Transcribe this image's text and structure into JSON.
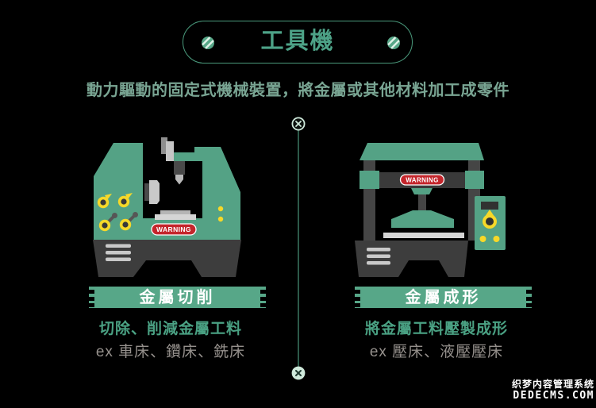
{
  "header": {
    "title": "工具機",
    "subtitle": "動力驅動的固定式機械裝置，將金屬或其他材料加工成零件"
  },
  "sections": [
    {
      "id": "metal-cutting",
      "heading": "金屬切削",
      "description": "切除、削減金屬工料",
      "examples": "ex 車床、鑽床、銑床",
      "machine_label": "WARNING"
    },
    {
      "id": "metal-forming",
      "heading": "金屬成形",
      "description": "將金屬工料壓製成形",
      "examples": "ex 壓床、液壓壓床",
      "machine_label": "WARNING"
    }
  ],
  "icons": {
    "title_left": "screw-icon",
    "title_right": "screw-icon",
    "divider_top": "x-circle-icon",
    "divider_bottom": "x-circle-icon"
  },
  "watermark": {
    "line1": "织梦内容管理系统",
    "line2": "DEDECMS.COM"
  },
  "colors": {
    "background": "#000000",
    "machine_green": "#54a285",
    "accent_mint": "#cfe9db",
    "title_green": "#4da287",
    "subtitle_green": "#79a593",
    "description_green": "#4aa183",
    "example_gray": "#95908c",
    "warning_red": "#c4262c",
    "knob_yellow": "#f6d829",
    "base_dark": "#3d3d3d"
  }
}
